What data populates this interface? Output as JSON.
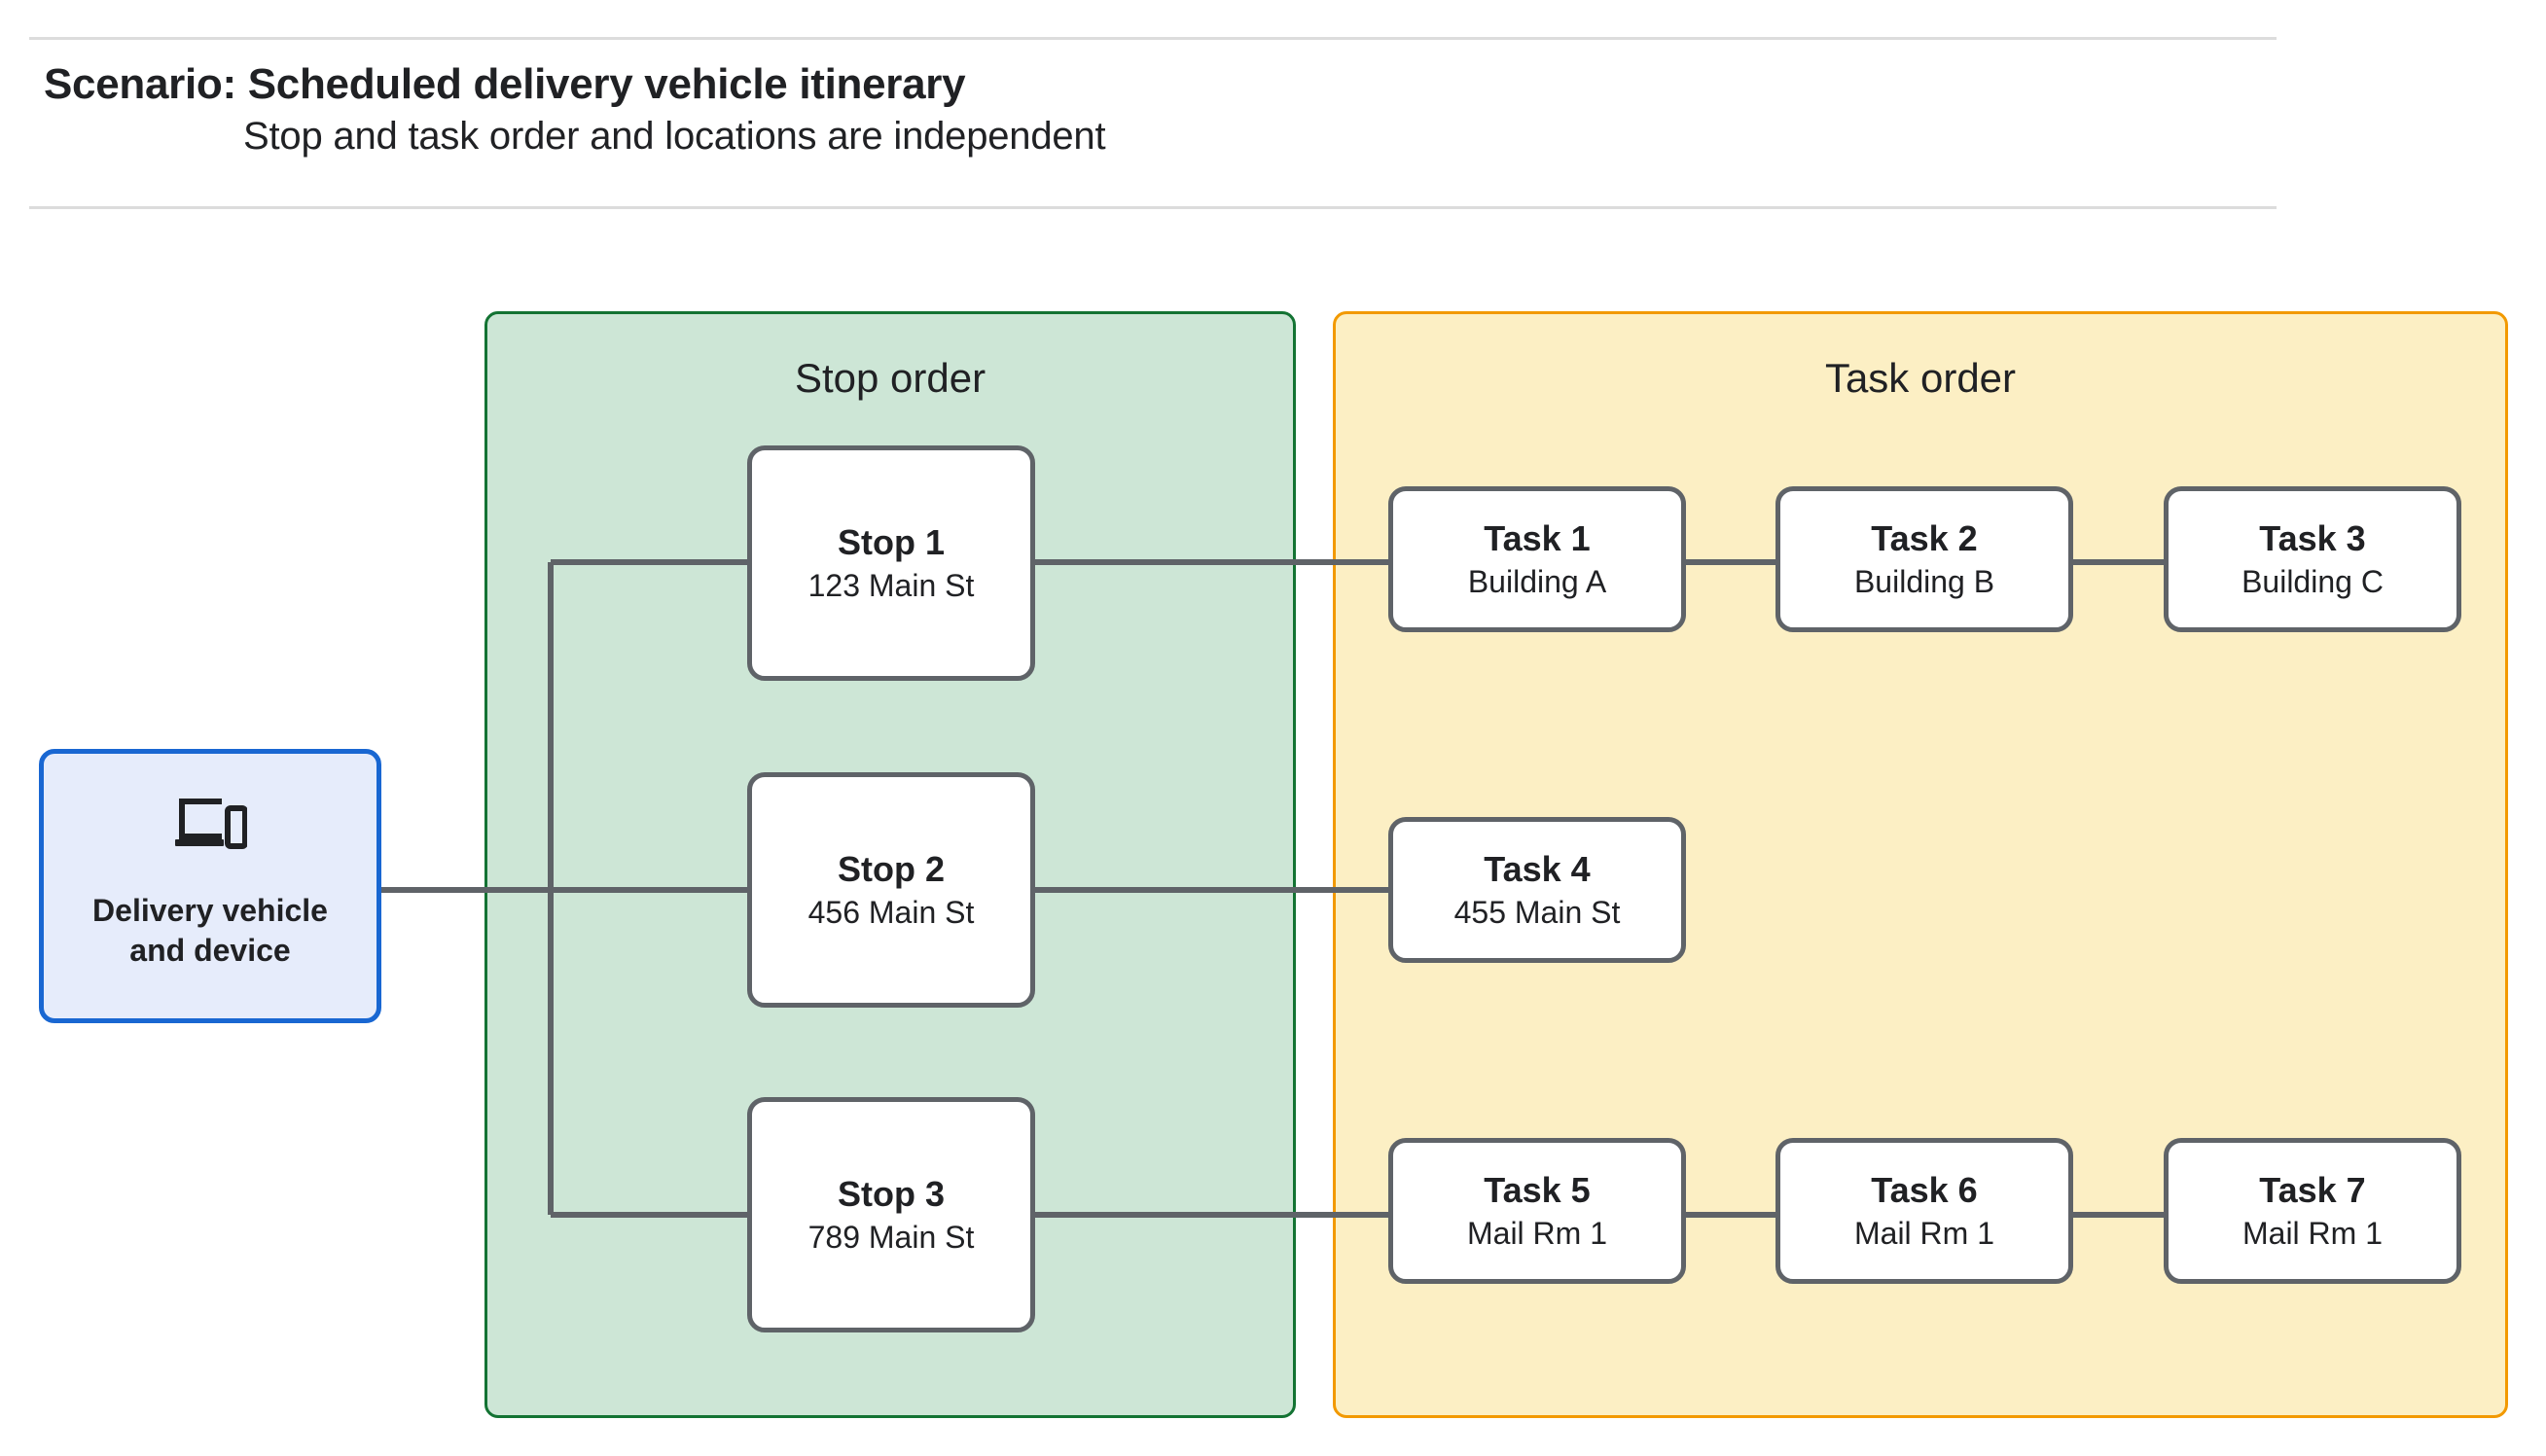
{
  "header": {
    "title": "Scenario: Scheduled delivery vehicle itinerary",
    "subtitle": "Stop and task order and locations are independent"
  },
  "vehicle": {
    "label": "Delivery vehicle\nand device",
    "icon": "devices-icon",
    "fill": "#E6ECFB",
    "border": "#1967D2"
  },
  "panels": {
    "stop": {
      "title": "Stop order",
      "fill": "#CDE6D6",
      "border": "#137333"
    },
    "task": {
      "title": "Task order",
      "fill": "#FCEFC4",
      "border": "#F29900"
    }
  },
  "stops": [
    {
      "title": "Stop 1",
      "location": "123 Main St"
    },
    {
      "title": "Stop 2",
      "location": "456 Main St"
    },
    {
      "title": "Stop 3",
      "location": "789 Main St"
    }
  ],
  "tasks": [
    {
      "title": "Task 1",
      "location": "Building A"
    },
    {
      "title": "Task 2",
      "location": "Building B"
    },
    {
      "title": "Task 3",
      "location": "Building C"
    },
    {
      "title": "Task 4",
      "location": "455 Main St"
    },
    {
      "title": "Task 5",
      "location": "Mail Rm 1"
    },
    {
      "title": "Task 6",
      "location": "Mail Rm 1"
    },
    {
      "title": "Task 7",
      "location": "Mail Rm 1"
    }
  ],
  "colors": {
    "node_border": "#5F6368",
    "connector": "#5F6368",
    "rule": "#DCDCDC",
    "text": "#202124"
  }
}
